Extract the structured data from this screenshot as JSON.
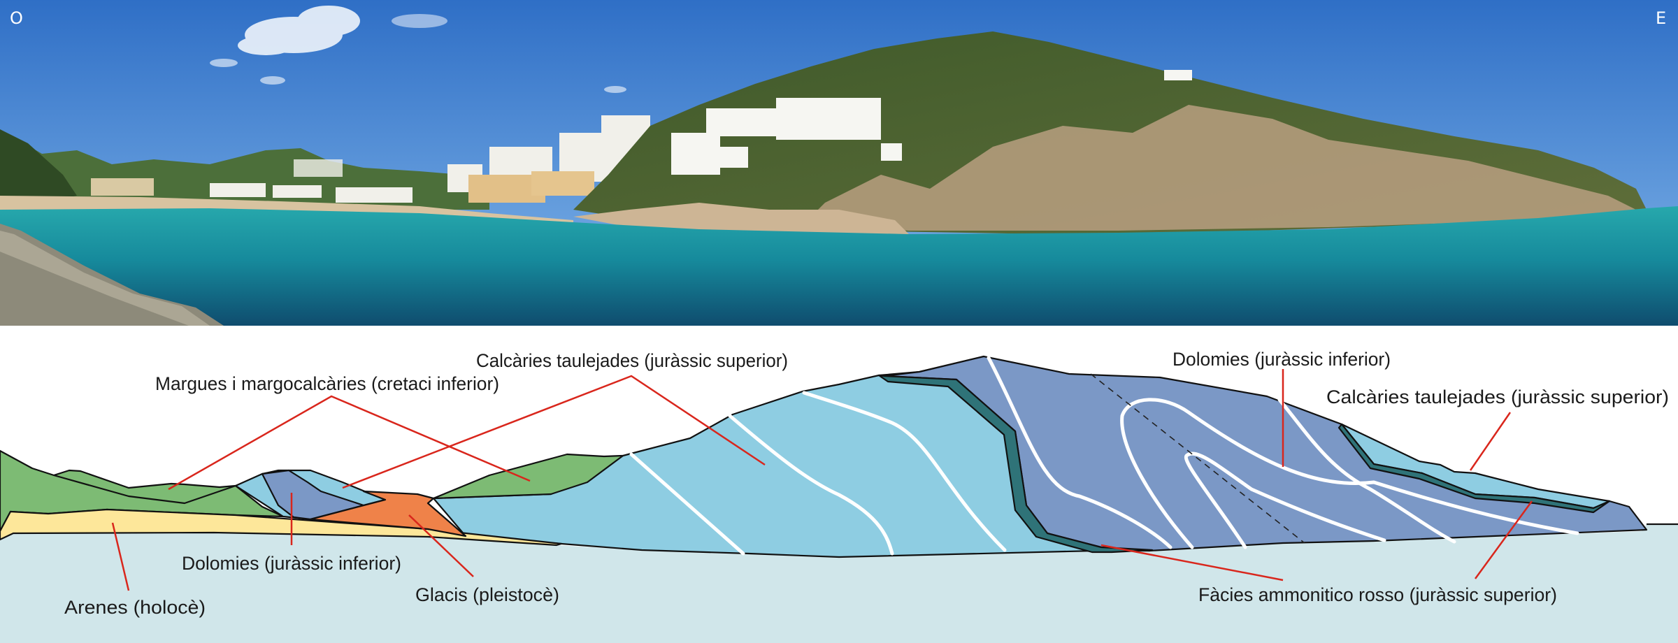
{
  "photo": {
    "west_label": "O",
    "east_label": "E"
  },
  "cross_section": {
    "labels": {
      "margues": "Margues i margocalcàries (cretaci inferior)",
      "calcaries_left": "Calcàries taulejades (juràssic superior)",
      "dolomies_left": "Dolomies (juràssic inferior)",
      "arenes": "Arenes (holocè)",
      "glacis": "Glacis (pleistocè)",
      "dolomies_right": "Dolomies (juràssic inferior)",
      "calcaries_right": "Calcàries taulejades (juràssic superior)",
      "facies": "Fàcies ammonitico rosso (juràssic superior)"
    },
    "colors": {
      "margues": "#7dbb74",
      "calcaries": "#8ecde2",
      "dolomies": "#7b98c6",
      "arenes": "#fde79a",
      "glacis": "#ef8249",
      "facies": "#2f7378",
      "sea": "#d0e6ea",
      "leader": "#d9261c"
    }
  }
}
